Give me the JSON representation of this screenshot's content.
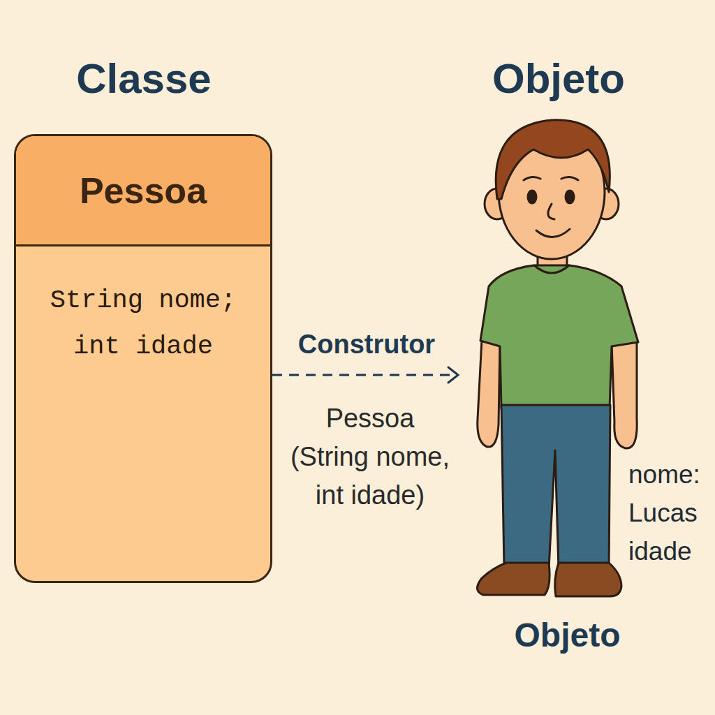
{
  "diagram": {
    "nodes": [
      {
        "text": [
          "Pessoa",
          "String nome; int idade"
        ]
      },
      {
        "text": [
          "nome: Lucas idade",
          "Objeto"
        ]
      }
    ],
    "edges": [
      {
        "from": 0,
        "to": 1,
        "arrow": "to",
        "label": "Construtor"
      }
    ],
    "labels": [
      "Classe",
      "Objeto",
      "Pessoa (String nome, int idade)"
    ]
  }
}
